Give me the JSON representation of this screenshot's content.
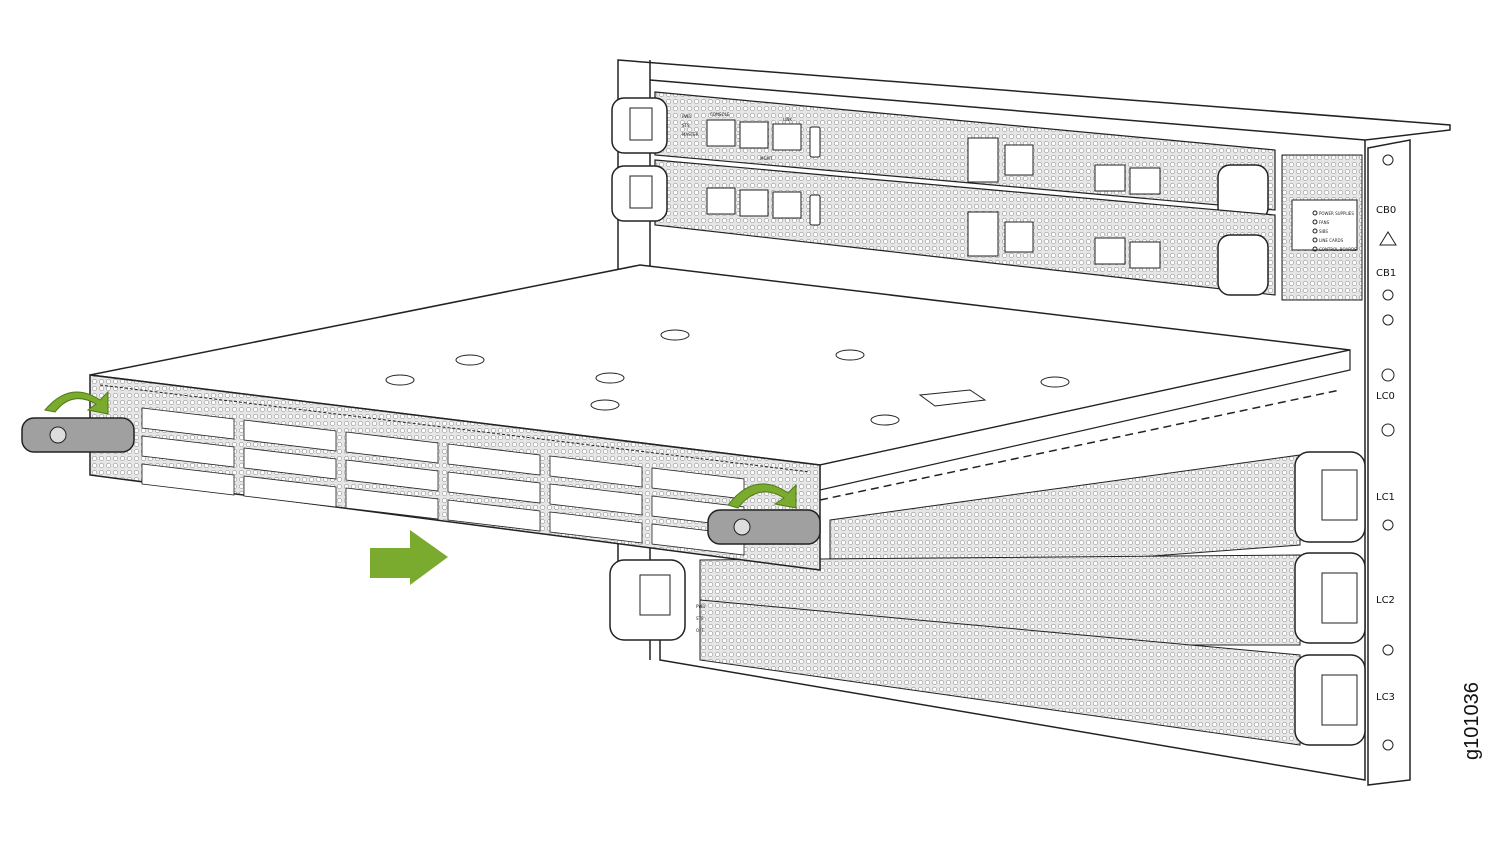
{
  "slots": {
    "cb0": "CB0",
    "cb1": "CB1",
    "lc0": "LC0",
    "lc1": "LC1",
    "lc2": "LC2",
    "lc3": "LC3"
  },
  "status_panel": [
    "POWER SUPPLIES",
    "FANS",
    "SIBS",
    "LINE CARDS",
    "CONTROL BOARDS"
  ],
  "control_board_labels": {
    "pwr": "PWR",
    "sts": "STS",
    "master": "MASTER",
    "console": "CONSOLE",
    "link": "LINK",
    "mgmt": "MGMT"
  },
  "line_card_leds": [
    "PWR",
    "STS",
    "OFF"
  ],
  "figure_id": "g101036",
  "colors": {
    "arrow": "#7bab2e",
    "line": "#222222",
    "handle": "#9a9a9a"
  }
}
